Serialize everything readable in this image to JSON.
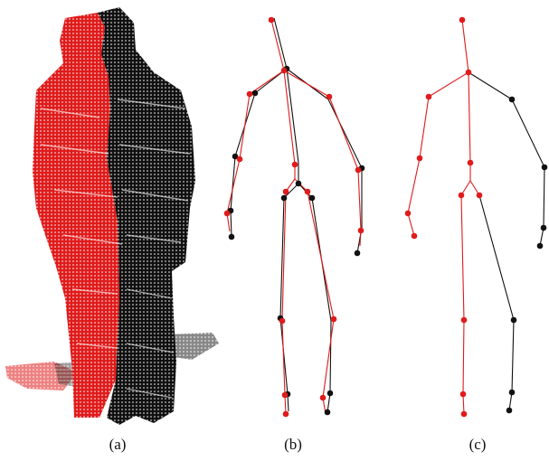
{
  "captions": {
    "a": "(a)",
    "b": "(b)",
    "c": "(c)"
  },
  "colors": {
    "red": "#e01b1b",
    "black": "#111111",
    "background": "#ffffff"
  },
  "panels": [
    {
      "id": "a",
      "content": "point-cloud-human-figure",
      "colors": [
        "red",
        "black"
      ]
    },
    {
      "id": "b",
      "content": "two-overlaid-skeletons",
      "colors": [
        "red",
        "black"
      ]
    },
    {
      "id": "c",
      "content": "single-skeleton-left-red-right-black",
      "colors": [
        "red",
        "black"
      ]
    }
  ]
}
